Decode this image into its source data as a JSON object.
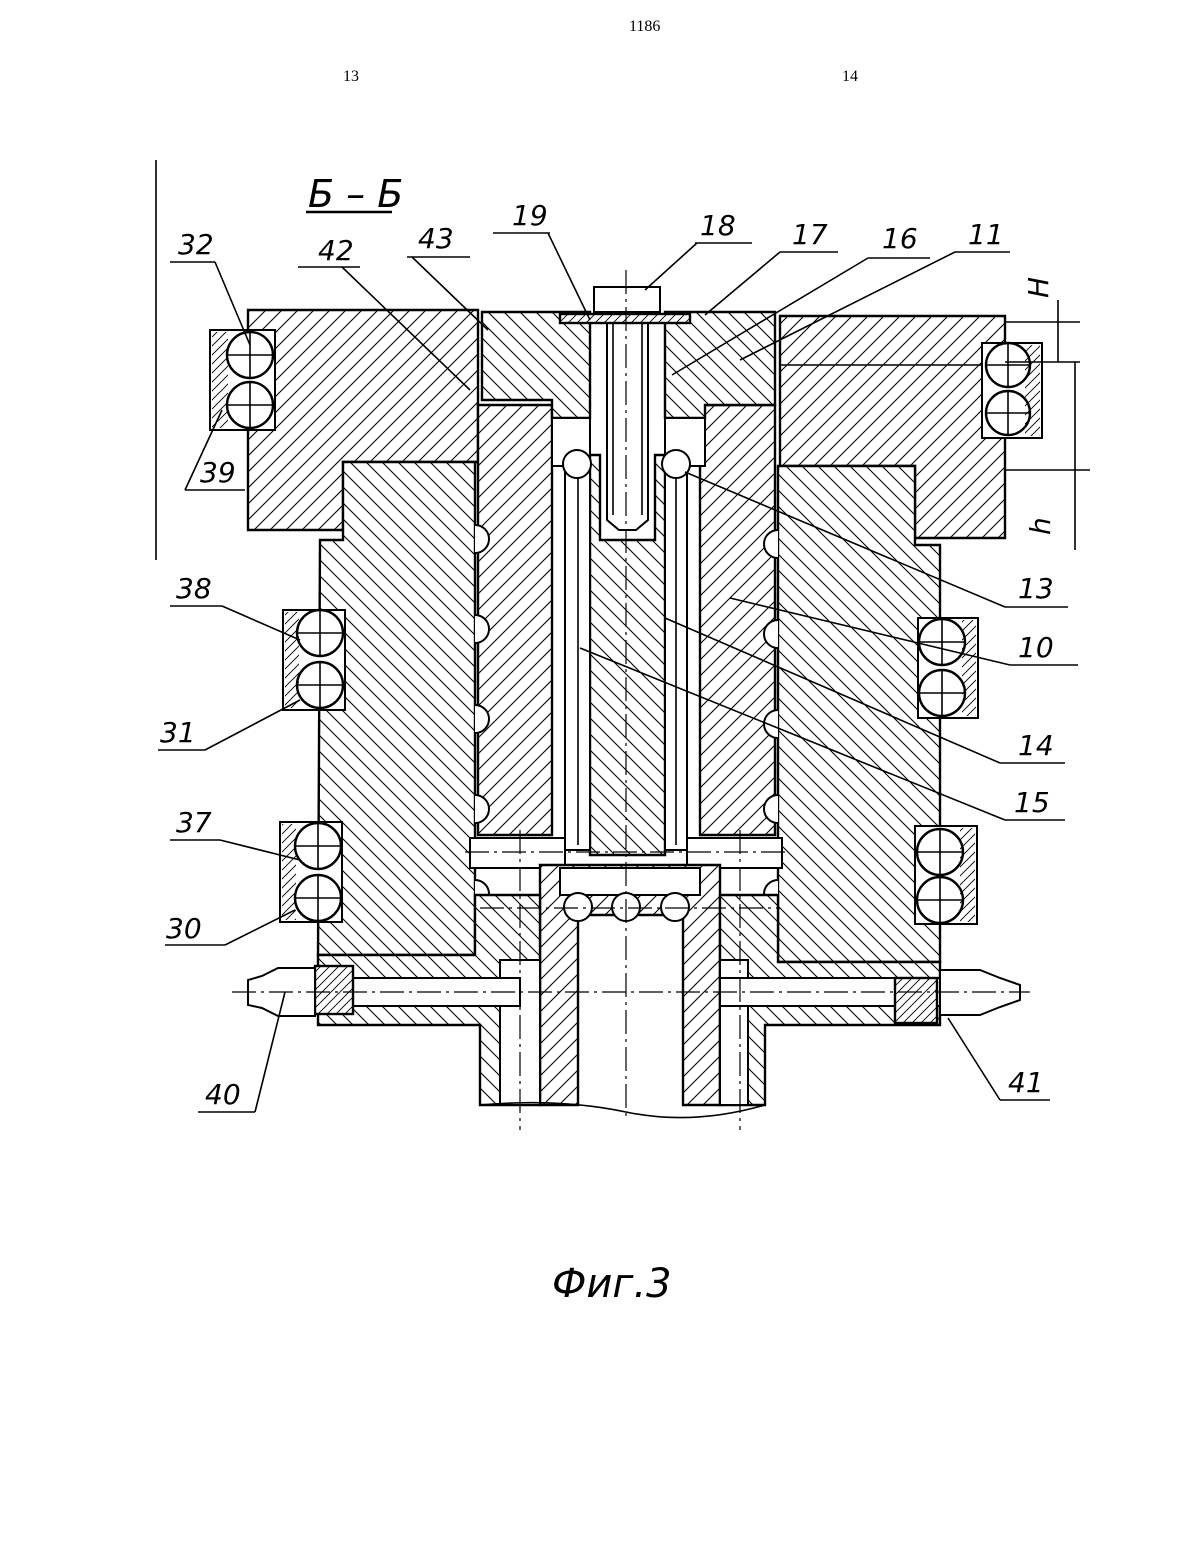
{
  "header": {
    "page_number": "1186",
    "column_left": "13",
    "column_right": "14"
  },
  "drawing": {
    "section_label": "Б – Б",
    "figure_caption": "Фиг.3",
    "dimensions": [
      "H",
      "h"
    ],
    "callouts": [
      "32",
      "42",
      "43",
      "19",
      "18",
      "17",
      "16",
      "11",
      "39",
      "38",
      "31",
      "37",
      "30",
      "40",
      "13",
      "10",
      "14",
      "15",
      "41"
    ]
  }
}
